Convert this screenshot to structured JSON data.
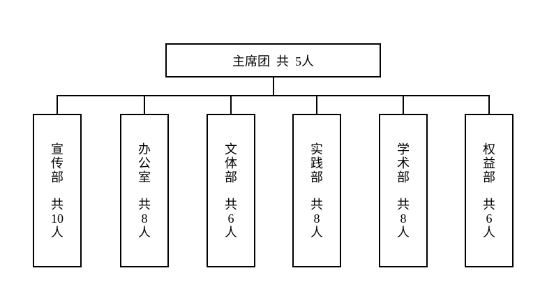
{
  "root": {
    "label": "主席团  共  5人"
  },
  "departments": [
    {
      "name": "宣传部",
      "count_prefix": "共",
      "count": "10",
      "count_unit": "人"
    },
    {
      "name": "办公室",
      "count_prefix": "共",
      "count": "8",
      "count_unit": "人"
    },
    {
      "name": "文体部",
      "count_prefix": "共",
      "count": "6",
      "count_unit": "人"
    },
    {
      "name": "实践部",
      "count_prefix": "共",
      "count": "8",
      "count_unit": "人"
    },
    {
      "name": "学术部",
      "count_prefix": "共",
      "count": "8",
      "count_unit": "人"
    },
    {
      "name": "权益部",
      "count_prefix": "共",
      "count": "6",
      "count_unit": "人"
    }
  ],
  "colors": {
    "line": "#000000",
    "background": "#ffffff"
  }
}
